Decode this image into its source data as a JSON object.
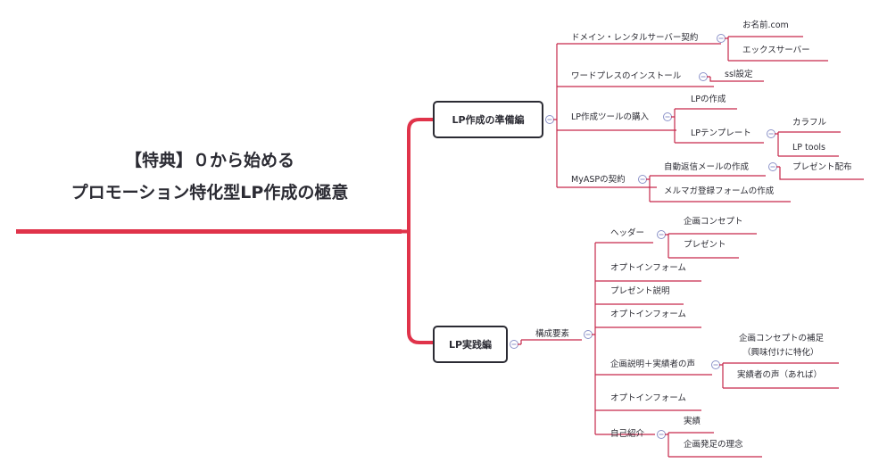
{
  "root": {
    "title_line1": "【特典】０から始める",
    "title_line2": "プロモーション特化型LP作成の極意"
  },
  "colors": {
    "accent": "#e0334a",
    "line": "#c6284b",
    "text": "#2b2b33",
    "collapse": "#8c93c9"
  },
  "branches": {
    "prep": {
      "label": "LP作成の準備編",
      "domain": {
        "label": "ドメイン・レンタルサーバー契約",
        "children": [
          "お名前.com",
          "エックスサーバー"
        ]
      },
      "wordpress": {
        "label": "ワードプレスのインストール",
        "children": [
          "ssl設定"
        ]
      },
      "tool": {
        "label": "LP作成ツールの購入",
        "child1": "LPの作成",
        "template": {
          "label": "LPテンプレート",
          "children": [
            "カラフル",
            "LP tools"
          ]
        }
      },
      "myasp": {
        "label": "MyASPの契約",
        "autoreply": {
          "label": "自動返信メールの作成",
          "children": [
            "プレゼント配布"
          ]
        },
        "mailmag": "メルマガ登録フォームの作成"
      }
    },
    "practice": {
      "label": "LP実践編",
      "elements": {
        "label": "構成要素",
        "header": {
          "label": "ヘッダー",
          "children": [
            "企画コンセプト",
            "プレゼント"
          ]
        },
        "optin1": "オプトインフォーム",
        "present_desc": "プレゼント説明",
        "optin2": "オプトインフォーム",
        "plan": {
          "label": "企画説明＋実績者の声",
          "supplement_line1": "企画コンセプトの補足",
          "supplement_line2": "（興味付けに特化）",
          "voice": "実績者の声（あれば）"
        },
        "optin3": "オプトインフォーム",
        "intro": {
          "label": "自己紹介",
          "children": [
            "実績",
            "企画発足の理念"
          ]
        }
      }
    }
  }
}
